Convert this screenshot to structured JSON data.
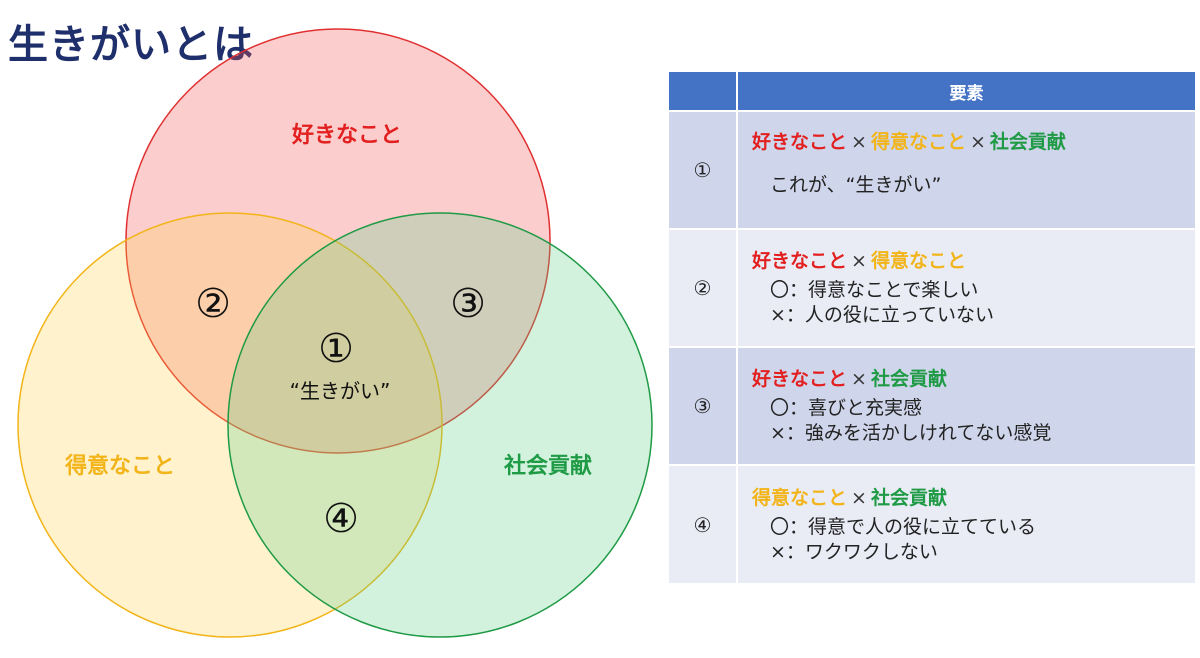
{
  "title": "生きがいとは",
  "venn": {
    "circle_like": {
      "label": "好きなこと",
      "color": "#e32020"
    },
    "circle_good": {
      "label": "得意なこと",
      "color": "#f2b418"
    },
    "circle_society": {
      "label": "社会貢献",
      "color": "#1f9a45"
    },
    "region_1_num": "①",
    "region_1_label": "“生きがい”",
    "region_2_num": "②",
    "region_3_num": "③",
    "region_4_num": "④"
  },
  "table": {
    "header": "要素",
    "rows": [
      {
        "num": "①",
        "a": "好きなこと",
        "x1": "×",
        "b": "得意なこと",
        "x2": "×",
        "c": "社会貢献",
        "line1": "これが、“生きがい”"
      },
      {
        "num": "②",
        "a": "好きなこと",
        "x1": "×",
        "b": "得意なこと",
        "line1": "〇：得意なことで楽しい",
        "line2": "×：人の役に立っていない"
      },
      {
        "num": "③",
        "a": "好きなこと",
        "x1": "×",
        "b": "社会貢献",
        "line1": "〇：喜びと充実感",
        "line2": "×：強みを活かしけれてない感覚"
      },
      {
        "num": "④",
        "a": "得意なこと",
        "x1": "×",
        "b": "社会貢献",
        "line1": "〇：得意で人の役に立てている",
        "line2": "×：ワクワクしない"
      }
    ]
  }
}
